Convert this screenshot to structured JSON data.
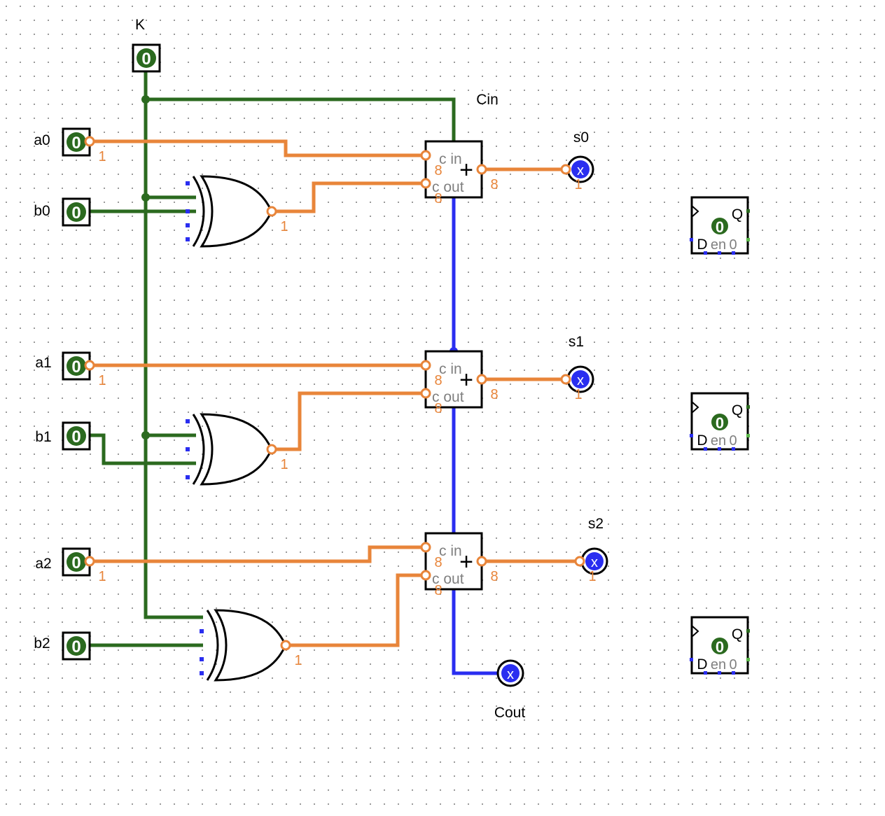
{
  "canvas": {
    "background": "#ffffff",
    "grid_dot_color": "#9a9a9a"
  },
  "colors": {
    "wire_single_bit": "#2b6a1f",
    "wire_multi_bit": "#e8853a",
    "wire_unknown": "#2a2ef0",
    "pin_fill": "#2b6a1f",
    "probe_fill": "#2a2ef0"
  },
  "input_pins": {
    "K": {
      "label": "K",
      "value": "0"
    },
    "a0": {
      "label": "a0",
      "value": "0",
      "width": "1"
    },
    "b0": {
      "label": "b0",
      "value": "0"
    },
    "a1": {
      "label": "a1",
      "value": "0",
      "width": "1"
    },
    "b1": {
      "label": "b1",
      "value": "0"
    },
    "a2": {
      "label": "a2",
      "value": "0",
      "width": "1"
    },
    "b2": {
      "label": "b2",
      "value": "0"
    }
  },
  "xor_gates": [
    {
      "out_width": "1"
    },
    {
      "out_width": "1"
    },
    {
      "out_width": "1"
    }
  ],
  "adders": [
    {
      "symbol": "+",
      "cin_port": "c in",
      "cout_port": "c out",
      "in_width": "8",
      "out_width": "8",
      "cout_width": "8"
    },
    {
      "symbol": "+",
      "cin_port": "c in",
      "cout_port": "c out",
      "in_width": "8",
      "out_width": "8",
      "cout_width": "8"
    },
    {
      "symbol": "+",
      "cin_port": "c in",
      "cout_port": "c out",
      "in_width": "8",
      "out_width": "8",
      "cout_width": "8"
    }
  ],
  "labels": {
    "cin": "Cin",
    "cout": "Cout"
  },
  "output_probes": {
    "s0": {
      "label": "s0",
      "value": "x",
      "width": "1"
    },
    "s1": {
      "label": "s1",
      "value": "x",
      "width": "1"
    },
    "s2": {
      "label": "s2",
      "value": "x",
      "width": "1"
    },
    "cout": {
      "value": "x"
    }
  },
  "flip_flops": [
    {
      "q": "Q",
      "d": "D",
      "en": "en",
      "value": "0",
      "state": "0"
    },
    {
      "q": "Q",
      "d": "D",
      "en": "en",
      "value": "0",
      "state": "0"
    },
    {
      "q": "Q",
      "d": "D",
      "en": "en",
      "value": "0",
      "state": "0"
    }
  ]
}
